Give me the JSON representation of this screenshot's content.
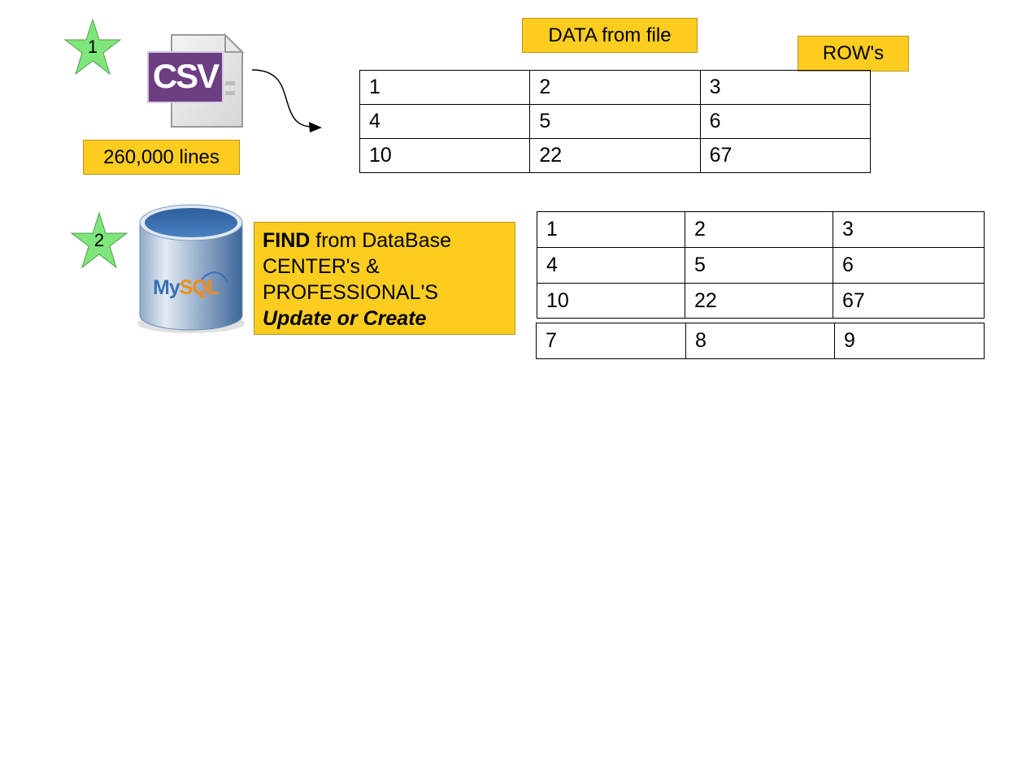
{
  "step1": {
    "star_number": "1",
    "file_icon_text": "CSV",
    "lines_label": "260,000 lines",
    "data_label": "DATA from file",
    "rows_label": "ROW's",
    "table": {
      "rows": [
        [
          "1",
          "2",
          "3"
        ],
        [
          "4",
          "5",
          "6"
        ],
        [
          "10",
          "22",
          "67"
        ]
      ]
    }
  },
  "step2": {
    "star_number": "2",
    "db_logo_text_my": "My",
    "db_logo_text_sql": "SQL",
    "find_label": {
      "bold": "FIND",
      "line1_rest": " from DataBase",
      "line2": "CENTER's &",
      "line3": "PROFESSIONAL'S",
      "line4": "Update or Create"
    },
    "table": {
      "rows": [
        [
          "1",
          "2",
          "3"
        ],
        [
          "4",
          "5",
          "6"
        ],
        [
          "10",
          "22",
          "67"
        ]
      ]
    },
    "new_row": [
      "7",
      "8",
      "9"
    ]
  },
  "colors": {
    "label_fill": "#fccd1f",
    "star_fill": "#7ee67a",
    "csv_purple": "#6b3f82",
    "db_blue": "#3a6fb5"
  }
}
